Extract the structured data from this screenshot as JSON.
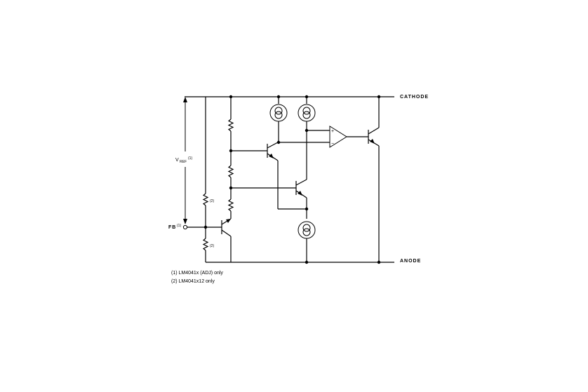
{
  "labels": {
    "cathode": "CATHODE",
    "anode": "ANODE",
    "vref_main": "V",
    "vref_sub": "REF",
    "vref_note": "(1)",
    "fb": "FB",
    "fb_note": "(1)",
    "res_note_top": "(2)",
    "res_note_bottom": "(2)",
    "opamp_plus": "+",
    "opamp_minus": "−"
  },
  "footnotes": [
    "(1) LM4041x (ADJ) only",
    "(2) LM4041x12  only"
  ]
}
